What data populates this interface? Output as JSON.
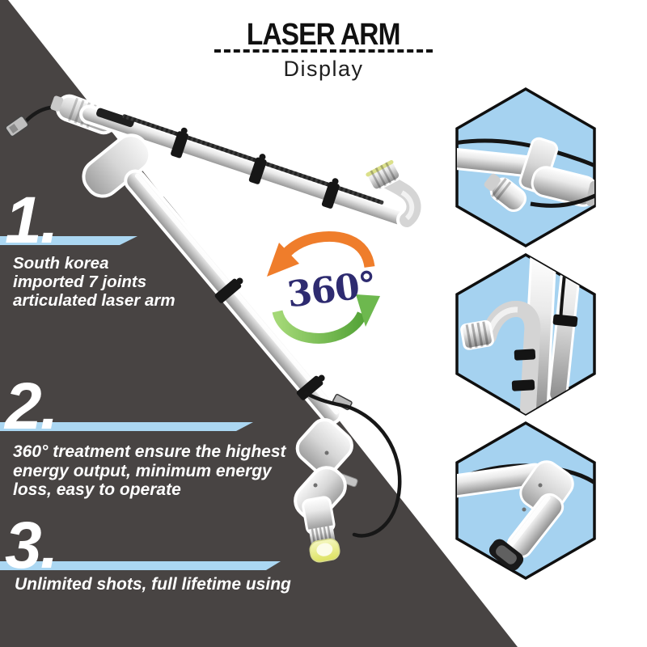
{
  "header": {
    "title": "LASER ARM",
    "subtitle": "Display"
  },
  "badge_360": {
    "label": "360°"
  },
  "features": [
    {
      "number": "1.",
      "lines": [
        "South korea",
        "imported 7 joints",
        "articulated laser arm"
      ]
    },
    {
      "number": "2.",
      "lines": [
        "360° treatment ensure the highest",
        "energy output, minimum energy",
        "loss, easy to operate"
      ]
    },
    {
      "number": "3.",
      "lines": [
        "Unlimited shots, full lifetime using"
      ]
    }
  ],
  "callouts": [
    {
      "icon": "arm-elbow-joint-closeup"
    },
    {
      "icon": "arm-swan-neck-joint-closeup"
    },
    {
      "icon": "arm-wrist-collar-closeup"
    }
  ],
  "colors": {
    "background_dark": "#484443",
    "accent_blue": "#abd7f2",
    "hexagon_fill": "#a5d2f0",
    "badge_navy": "#2e2b70",
    "arrow_orange": "#ef7d2b",
    "arrow_green": "#6db84e",
    "tip_yellow": "#e7ec8f"
  }
}
